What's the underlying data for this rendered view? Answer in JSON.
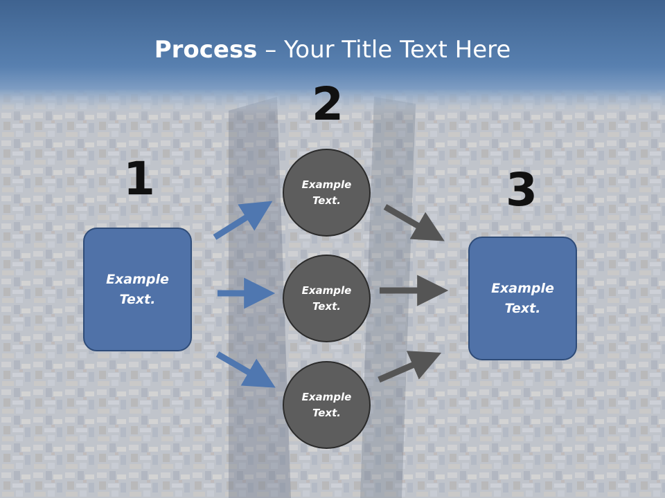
{
  "slide": {
    "title_bold": "Process",
    "title_rest": " – Your Title Text Here",
    "colors": {
      "header": "#4e74a4",
      "box": "#5072a8",
      "circle": "#5d5d5d",
      "arrow_blue": "#4f77b0",
      "arrow_gray": "#555555"
    }
  },
  "steps": {
    "step1": {
      "number": "1",
      "label": "Example\nText."
    },
    "step2": {
      "number": "2",
      "circles": [
        {
          "label": "Example\nText."
        },
        {
          "label": "Example\nText."
        },
        {
          "label": "Example\nText."
        }
      ]
    },
    "step3": {
      "number": "3",
      "label": "Example\nText."
    }
  }
}
